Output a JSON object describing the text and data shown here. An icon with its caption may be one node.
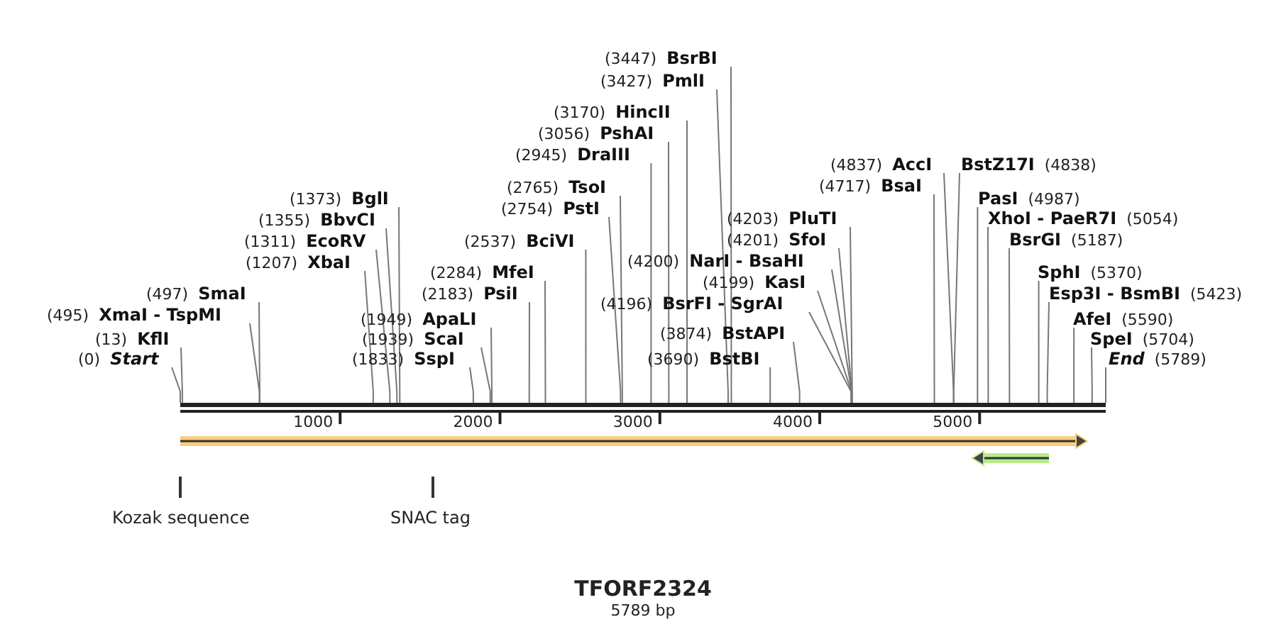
{
  "diagram": {
    "title": "TFORF2324",
    "caption": "5789 bp",
    "nodes": [
      {
        "text": [
          "(0)",
          "Start"
        ]
      },
      {
        "text": [
          "(13)",
          "KflI"
        ]
      },
      {
        "text": [
          "(495)",
          "XmaI - TspMI"
        ]
      },
      {
        "text": [
          "(497)",
          "SmaI"
        ]
      },
      {
        "text": [
          "(1207)",
          "XbaI"
        ]
      },
      {
        "text": [
          "(1311)",
          "EcoRV"
        ]
      },
      {
        "text": [
          "(1355)",
          "BbvCI"
        ]
      },
      {
        "text": [
          "(1373)",
          "BglI"
        ]
      },
      {
        "text": [
          "(1833)",
          "SspI"
        ]
      },
      {
        "text": [
          "(1939)",
          "ScaI"
        ]
      },
      {
        "text": [
          "(1949)",
          "ApaLI"
        ]
      },
      {
        "text": [
          "(2183)",
          "PsiI"
        ]
      },
      {
        "text": [
          "(2284)",
          "MfeI"
        ]
      },
      {
        "text": [
          "(2537)",
          "BciVI"
        ]
      },
      {
        "text": [
          "(2754)",
          "PstI"
        ]
      },
      {
        "text": [
          "(2765)",
          "TsoI"
        ]
      },
      {
        "text": [
          "(2945)",
          "DraIII"
        ]
      },
      {
        "text": [
          "(3056)",
          "PshAI"
        ]
      },
      {
        "text": [
          "(3170)",
          "HincII"
        ]
      },
      {
        "text": [
          "(3427)",
          "PmlI"
        ]
      },
      {
        "text": [
          "(3447)",
          "BsrBI"
        ]
      },
      {
        "text": [
          "(3690)",
          "BstBI"
        ]
      },
      {
        "text": [
          "(3874)",
          "BstAPI"
        ]
      },
      {
        "text": [
          "(4196)",
          "BsrFI - SgrAI"
        ]
      },
      {
        "text": [
          "(4199)",
          "KasI"
        ]
      },
      {
        "text": [
          "(4200)",
          "NarI - BsaHI"
        ]
      },
      {
        "text": [
          "(4201)",
          "SfoI"
        ]
      },
      {
        "text": [
          "(4203)",
          "PluTI"
        ]
      },
      {
        "text": [
          "(4717)",
          "BsaI"
        ]
      },
      {
        "text": [
          "(4837)",
          "AccI"
        ]
      },
      {
        "text": [
          "BstZ17I",
          "(4838)"
        ]
      },
      {
        "text": [
          "PasI",
          "(4987)"
        ]
      },
      {
        "text": [
          "XhoI - PaeR7I",
          "(5054)"
        ]
      },
      {
        "text": [
          "BsrGI",
          "(5187)"
        ]
      },
      {
        "text": [
          "SphI",
          "(5370)"
        ]
      },
      {
        "text": [
          "Esp3I - BsmBI",
          "(5423)"
        ]
      },
      {
        "text": [
          "AfeI",
          "(5590)"
        ]
      },
      {
        "text": [
          "SpeI",
          "(5704)"
        ]
      },
      {
        "text": [
          "End",
          "(5789)"
        ]
      }
    ],
    "edges": [
      {
        "from": 0,
        "to": null,
        "arrow": "none"
      },
      {
        "from": 1,
        "to": null,
        "arrow": "none"
      },
      {
        "from": 2,
        "to": null,
        "arrow": "none"
      },
      {
        "from": 3,
        "to": null,
        "arrow": "none"
      },
      {
        "from": 4,
        "to": null,
        "arrow": "none"
      },
      {
        "from": 5,
        "to": null,
        "arrow": "none"
      },
      {
        "from": 6,
        "to": null,
        "arrow": "none"
      },
      {
        "from": 7,
        "to": null,
        "arrow": "none"
      },
      {
        "from": 8,
        "to": null,
        "arrow": "none"
      },
      {
        "from": 9,
        "to": null,
        "arrow": "none"
      },
      {
        "from": 10,
        "to": null,
        "arrow": "none"
      },
      {
        "from": 11,
        "to": null,
        "arrow": "none"
      },
      {
        "from": 12,
        "to": null,
        "arrow": "none"
      },
      {
        "from": 13,
        "to": null,
        "arrow": "none"
      },
      {
        "from": 14,
        "to": null,
        "arrow": "none"
      },
      {
        "from": 15,
        "to": null,
        "arrow": "none"
      },
      {
        "from": 16,
        "to": null,
        "arrow": "none"
      },
      {
        "from": 17,
        "to": null,
        "arrow": "none"
      },
      {
        "from": 18,
        "to": null,
        "arrow": "none"
      },
      {
        "from": 19,
        "to": null,
        "arrow": "none"
      },
      {
        "from": 20,
        "to": null,
        "arrow": "none"
      },
      {
        "from": 21,
        "to": null,
        "arrow": "none"
      },
      {
        "from": 22,
        "to": null,
        "arrow": "none"
      },
      {
        "from": 23,
        "to": null,
        "arrow": "none"
      },
      {
        "from": 24,
        "to": null,
        "arrow": "none"
      },
      {
        "from": 25,
        "to": null,
        "arrow": "none"
      },
      {
        "from": 26,
        "to": null,
        "arrow": "none"
      },
      {
        "from": 27,
        "to": null,
        "arrow": "none"
      },
      {
        "from": 28,
        "to": null,
        "arrow": "none"
      },
      {
        "from": 29,
        "to": null,
        "arrow": "none"
      },
      {
        "from": 30,
        "to": null,
        "arrow": "none"
      },
      {
        "from": 31,
        "to": null,
        "arrow": "none"
      },
      {
        "from": 32,
        "to": null,
        "arrow": "none"
      },
      {
        "from": 33,
        "to": null,
        "arrow": "none"
      },
      {
        "from": 34,
        "to": null,
        "arrow": "none"
      },
      {
        "from": 35,
        "to": null,
        "arrow": "none"
      },
      {
        "from": 36,
        "to": null,
        "arrow": "none"
      },
      {
        "from": 37,
        "to": null,
        "arrow": "none"
      },
      {
        "from": 38,
        "to": null,
        "arrow": "none"
      }
    ],
    "labels": [
      "1000",
      "2000",
      "3000",
      "4000",
      "5000",
      "Kozak sequence",
      "SNAC tag"
    ]
  }
}
